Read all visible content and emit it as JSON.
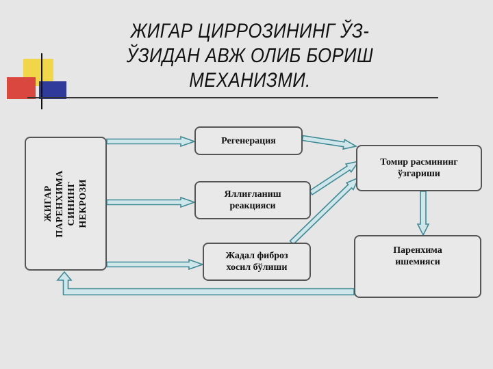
{
  "title": {
    "line1": "ЖИГАР ЦИРРОЗИНИНГ ЎЗ-",
    "line2": "ЎЗИДАН АВЖ ОЛИБ БОРИШ",
    "line3": "МЕХАНИЗМИ."
  },
  "boxes": {
    "necrosis": "ЖИГАР\nПАРЕНХИМА\nСИНИНГ\nНЕКРОЗИ",
    "regeneration": "Регенерация",
    "inflammation_1": "Яллиғланиш",
    "inflammation_2": "реакцияси",
    "fibrosis_1": "Жадал фиброз",
    "fibrosis_2": "хосил бўлиши",
    "vascular_1": "Томир расмининг",
    "vascular_2": "ўзгариши",
    "ischemia_1": "Паренхима",
    "ischemia_2": "ишемияси"
  },
  "colors": {
    "arrow_fill": "#cfe6ea",
    "arrow_stroke": "#3f8a95",
    "box_border": "#555555",
    "deco_yellow": "#f2d64a",
    "deco_red": "#d9473f",
    "deco_blue": "#2f3a9a"
  }
}
